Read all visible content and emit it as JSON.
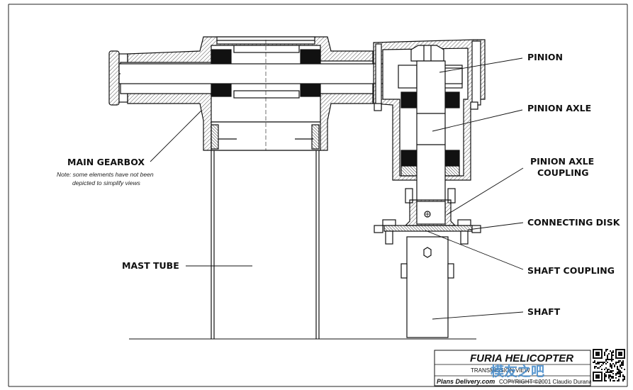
{
  "labels": {
    "pinion": "PINION",
    "pinion_axle": "PINION AXLE",
    "pinion_axle_coupling_1": "PINION AXLE",
    "pinion_axle_coupling_2": "COUPLING",
    "main_gearbox": "MAIN GEARBOX",
    "note_1": "Note: some elements have not been",
    "note_2": "depicted to simplify views",
    "connecting_disk": "CONNECTING DISK",
    "mast_tube": "MAST TUBE",
    "shaft_coupling": "SHAFT COUPLING",
    "shaft": "SHAFT"
  },
  "title_block": {
    "brand": "FURIA HELICOPTER",
    "subtitle": "TRANSMISSION VIEW",
    "plans": "Plans Delivery.com",
    "copyright": "COPYRIGHT ©2001 Claudio Durana"
  },
  "watermark": {
    "text": "模友之吧",
    "url": "http://www.moz8.com"
  },
  "colors": {
    "line": "#111111",
    "hatch": "#555555",
    "ring": "#111111",
    "watermark": "#3f87c8"
  }
}
